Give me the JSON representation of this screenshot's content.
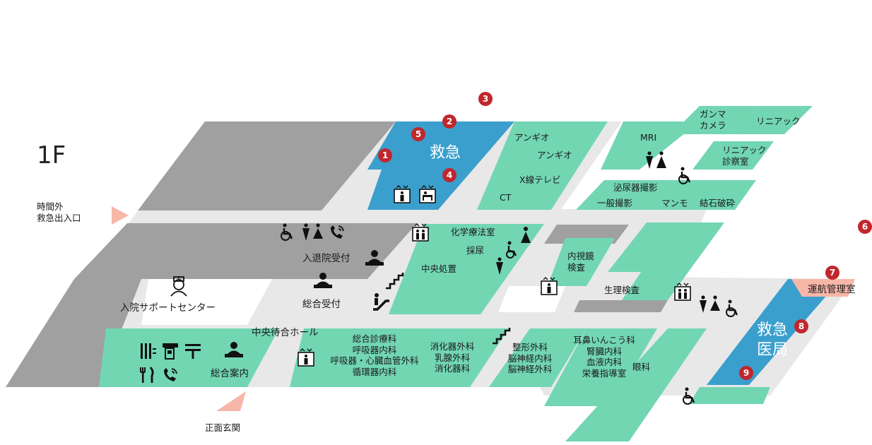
{
  "floor": "1F",
  "colors": {
    "ward": "#72d6b3",
    "emergency": "#3a9fcd",
    "corridor": "#e8e8e8",
    "wall": "#a0a0a0",
    "entrance": "#f7b7a8",
    "pin": "#c0272d",
    "wallDark": "#808080"
  },
  "entrances": {
    "night": "時間外\n救急出入口",
    "front": "正面玄関"
  },
  "emergency": {
    "main": "救急",
    "office": "救急\n医局"
  },
  "labels": {
    "angio1": "アンギオ",
    "angio2": "アンギオ",
    "xray_tv": "X線テレビ",
    "ct": "CT",
    "mri": "MRI",
    "gamma": "ガンマ\nカメラ",
    "linac": "リニアック",
    "linac_room": "リニアック\n診察室",
    "urology_imaging": "泌尿器撮影",
    "general_imaging": "一般撮影",
    "mammo": "マンモ",
    "lithotripsy": "結石破砕",
    "chemo": "化学療法室",
    "urine": "採尿",
    "central_treatment": "中央処置",
    "endoscopy": "内視鏡\n検査",
    "physiology": "生理検査",
    "ops_office": "運航管理室",
    "admission": "入退院受付",
    "reception": "総合受付",
    "support": "入院サポートセンター",
    "waiting_hall": "中央待合ホール",
    "info": "総合案内",
    "dept_a": "総合診療科\n呼吸器内科\n呼吸器・心臓血管外科\n循環器内科",
    "dept_b": "消化器外科\n乳腺外科\n消化器科",
    "dept_c": "整形外科\n脳神経内科\n脳神経外科",
    "dept_d": "耳鼻いんこう科\n腎臓内科\n血液内科\n栄養指導室",
    "ophthalmology": "眼科"
  },
  "pins": [
    "1",
    "2",
    "3",
    "4",
    "5",
    "6",
    "7",
    "8",
    "9"
  ],
  "icons": [
    "elevator-icon",
    "bed-elevator-icon",
    "wheelchair-icon",
    "restroom-icon",
    "phone-icon",
    "person-desk-icon",
    "nurse-icon",
    "stairs-icon",
    "escalator-icon",
    "barber-icon",
    "atm-icon",
    "post-office-icon",
    "restaurant-icon"
  ]
}
